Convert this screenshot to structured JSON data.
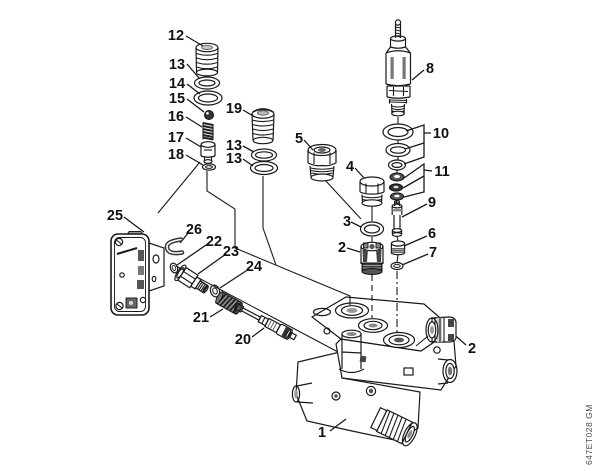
{
  "figure": {
    "watermark": "647ET028 GM"
  },
  "colors": {
    "background": "#ffffff",
    "line": "#1a1a1a",
    "shade_light": "#eeeeee",
    "shade_mid": "#999999",
    "shade_dark": "#444444",
    "watermark_text": "#4a4a4a"
  },
  "callouts": {
    "c12": "12",
    "c13a": "13",
    "c14": "14",
    "c15": "15",
    "c16": "16",
    "c17": "17",
    "c18": "18",
    "c19": "19",
    "c13b": "13",
    "c13c": "13",
    "c8": "8",
    "c10": "10",
    "c11": "11",
    "c5": "5",
    "c4": "4",
    "c3": "3",
    "c2a": "2",
    "c9": "9",
    "c6": "6",
    "c7": "7",
    "c25": "25",
    "c26": "26",
    "c22": "22",
    "c23": "23",
    "c24": "24",
    "c21": "21",
    "c20": "20",
    "c2b": "2",
    "c1": "1"
  }
}
